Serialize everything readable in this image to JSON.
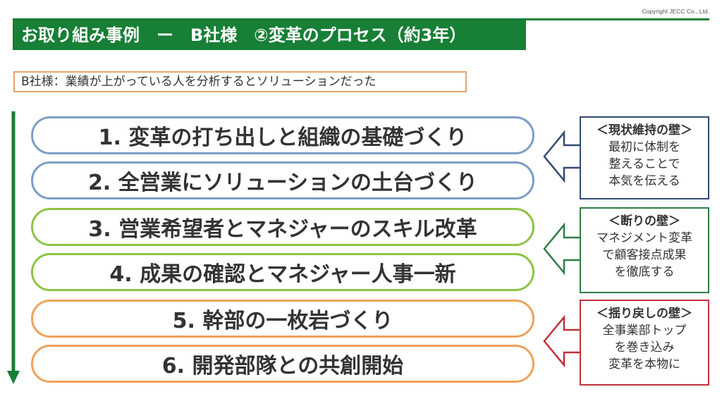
{
  "copyright": "Copyright JECC Co., Ltd.",
  "title": "お取り組み事例　ー　B社様　②変革のプロセス（約3年）",
  "subtitle": "B社様：業績が上がっている人を分析するとソリューションだった",
  "colors": {
    "green": "#177f36",
    "blue": "#7c9ec6",
    "lime": "#8dc344",
    "orange": "#eea15a",
    "navy": "#324a73",
    "dark_green": "#2f7c45",
    "red": "#c0303a"
  },
  "steps": [
    {
      "label": "1. 変革の打ち出しと組織の基礎づくり",
      "color": "blue"
    },
    {
      "label": "2. 全営業にソリューションの土台づくり",
      "color": "blue"
    },
    {
      "label": "3. 営業希望者とマネジャーのスキル改革",
      "color": "lime"
    },
    {
      "label": "4. 成果の確認とマネジャー人事一新",
      "color": "lime"
    },
    {
      "label": "5. 幹部の一枚岩づくり",
      "color": "orange"
    },
    {
      "label": "6. 開発部隊との共創開始",
      "color": "orange"
    }
  ],
  "callouts": [
    {
      "title": "＜現状維持の壁＞",
      "line1": "最初に体制を",
      "line2": "整えることで",
      "line3": "本気を伝える",
      "color": "navy"
    },
    {
      "title": "＜断りの壁＞",
      "line1": "マネジメント変革",
      "line2": "で顧客接点成果",
      "line3": "を徹底する",
      "color": "dark_green"
    },
    {
      "title": "＜揺り戻しの壁＞",
      "line1": "全事業部トップ",
      "line2": "を巻き込み",
      "line3": "変革を本物に",
      "color": "red"
    }
  ]
}
